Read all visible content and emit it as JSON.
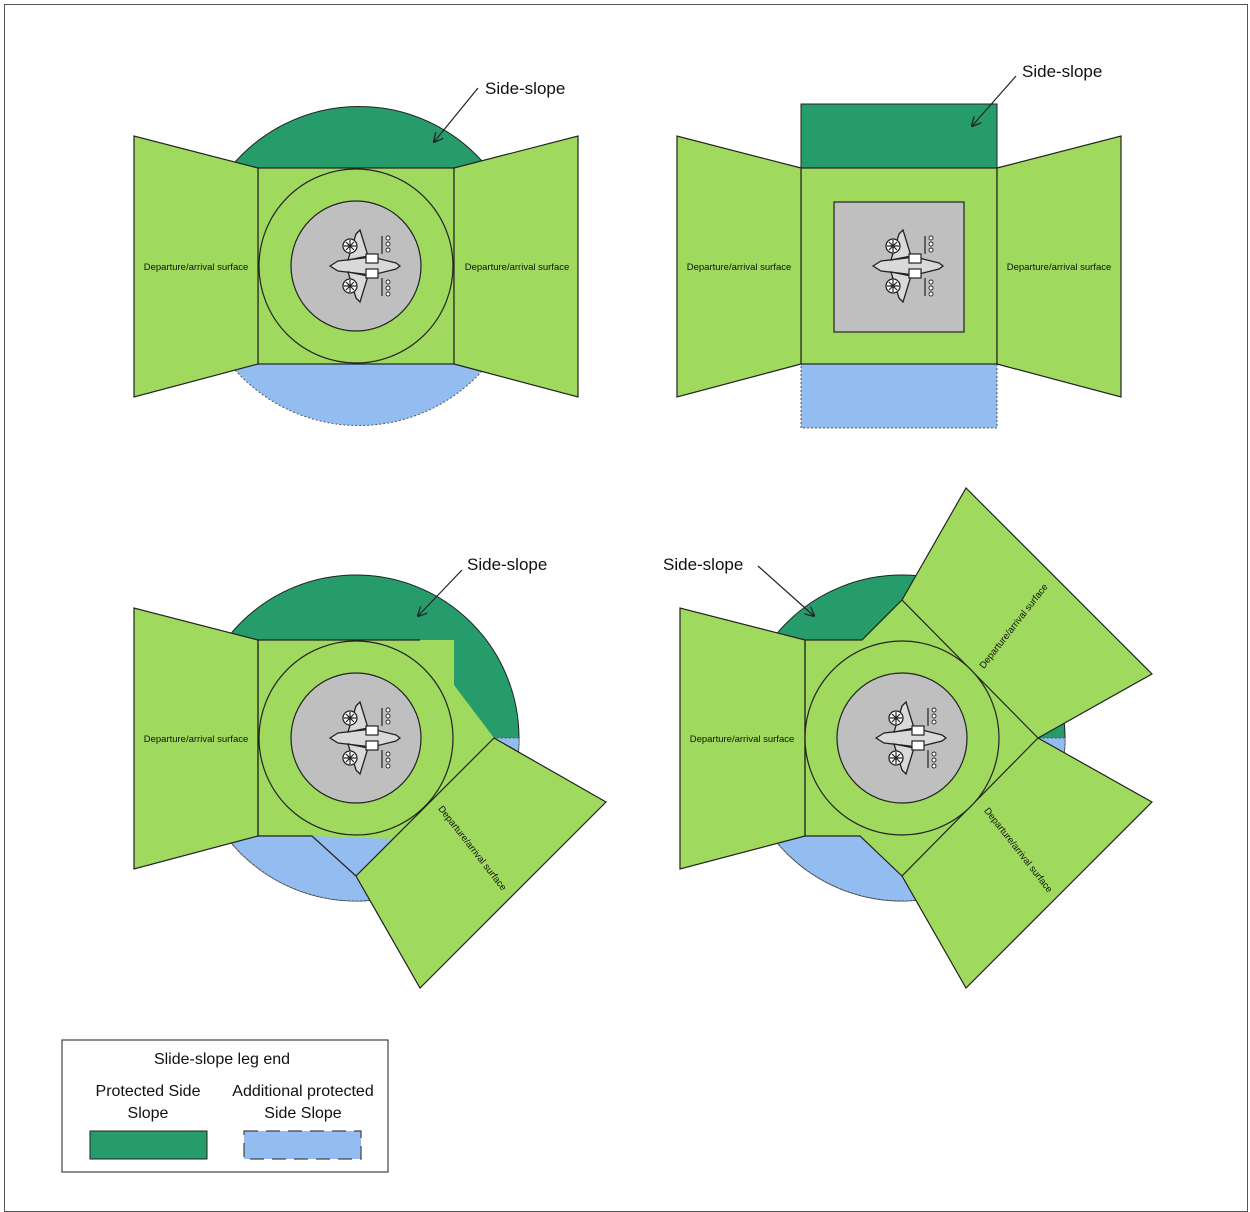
{
  "colors": {
    "surface": "#9fd95e",
    "protected": "#259c6a",
    "additional": "#93bdf0",
    "pad": "#bfbfbf",
    "stroke": "#222222"
  },
  "labels": {
    "side_slope": "Side-slope",
    "departure_arrival": "Departure/arrival surface"
  },
  "legend": {
    "title": "Slide-slope leg end",
    "protected_line1": "Protected Side",
    "protected_line2": "Slope",
    "additional_line1": "Additional protected",
    "additional_line2": "Side Slope"
  }
}
